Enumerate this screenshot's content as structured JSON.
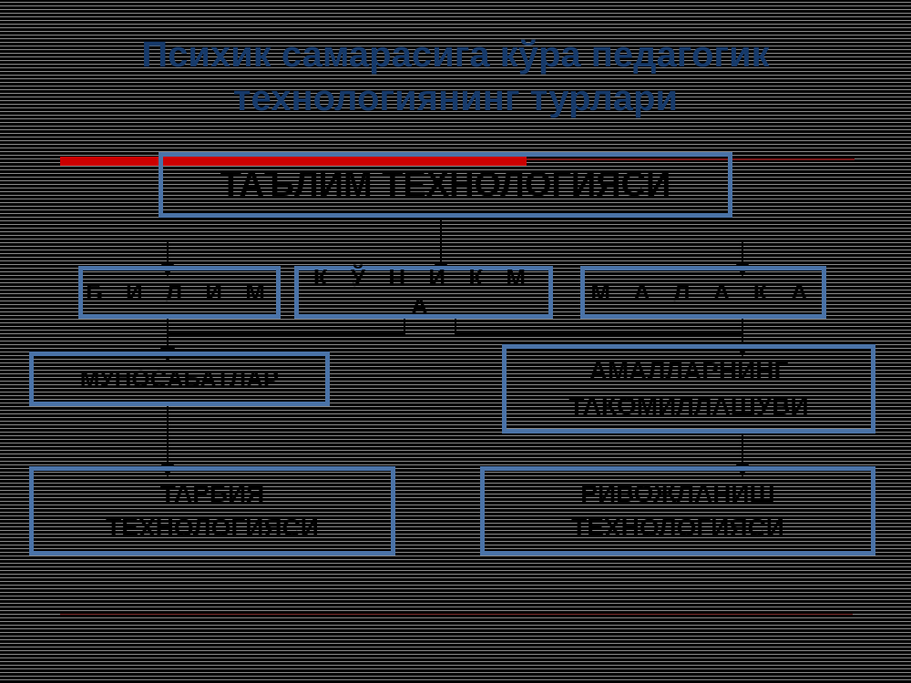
{
  "title": {
    "line1": "Психик самарасига кўра педагогик",
    "line2": "технологиянинг турлари"
  },
  "diagram": {
    "root": "ТАЪЛИМ ТЕХНОЛОГИЯСИ",
    "level2": {
      "bilim": "Б И Л И М",
      "konikma": "К Ў Н И К М А",
      "malaka": "М А Л А К А"
    },
    "level3": {
      "munosabatlar": "МУНОСАБАТЛАР",
      "amallar_line1": "АМАЛЛАРНИНГ",
      "amallar_line2": "ТАКОМИЛЛАШУВИ"
    },
    "level4": {
      "tarbiya_line1": "ТАРБИЯ",
      "tarbiya_line2": "ТЕХНОЛОГИЯСИ",
      "rivojlanish_line1": "РИВОЖЛАНИШ",
      "rivojlanish_line2": "ТЕХНОЛОГИЯСИ"
    },
    "colors": {
      "box_border": "#4a73a8",
      "title": "#163a6b",
      "accent": "#cc0000"
    }
  }
}
